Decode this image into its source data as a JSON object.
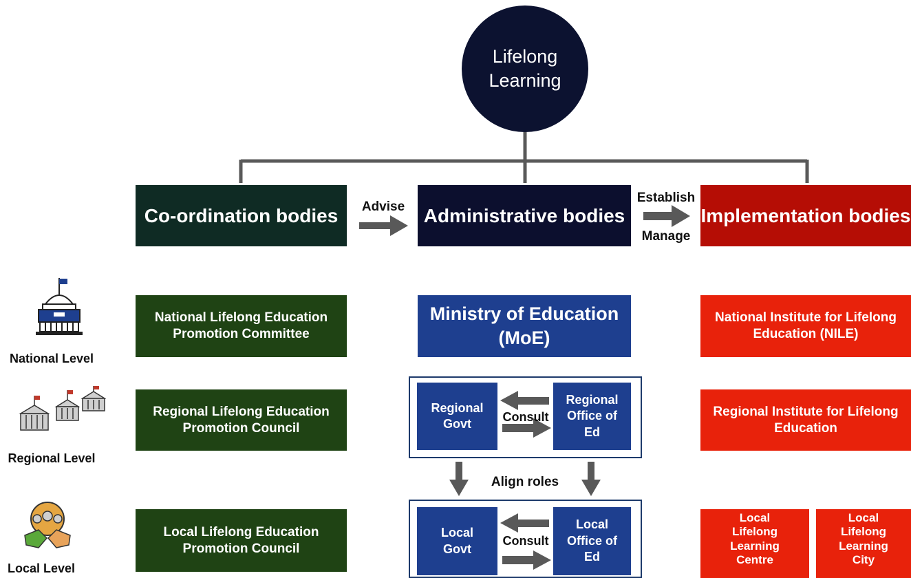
{
  "colors": {
    "circle": "#0c1230",
    "coordination": "#0f2b24",
    "administrative": "#0c0f2e",
    "implementation": "#b50d05",
    "green_box": "#1f4314",
    "blue_box": "#1e3f8f",
    "red_box": "#e8220b",
    "arrow": "#595959",
    "connector": "#595959"
  },
  "root": {
    "label": "Lifelong\nLearning"
  },
  "headers": {
    "coordination": "Co-ordination bodies",
    "administrative": "Administrative bodies",
    "implementation": "Implementation bodies"
  },
  "arrows": {
    "advise": "Advise",
    "establish": "Establish",
    "manage": "Manage",
    "align_roles": "Align roles",
    "consult_regional": "Consult",
    "consult_local": "Consult"
  },
  "levels": {
    "national": {
      "label": "National Level",
      "icon": "capitol-building-icon"
    },
    "regional": {
      "label": "Regional Level",
      "icon": "government-buildings-icon"
    },
    "local": {
      "label": "Local Level",
      "icon": "community-handshake-icon"
    }
  },
  "coordination": {
    "national": "National Lifelong Education\nPromotion Committee",
    "regional": "Regional Lifelong Education\nPromotion Council",
    "local": "Local Lifelong Education\nPromotion Council"
  },
  "administrative": {
    "national": "Ministry of Education\n(MoE)",
    "regional_govt": "Regional\nGovt",
    "regional_office": "Regional\nOffice of\nEd",
    "local_govt": "Local\nGovt",
    "local_office": "Local\nOffice of\nEd"
  },
  "implementation": {
    "national": "National Institute for Lifelong\nEducation (NILE)",
    "regional": "Regional Institute for Lifelong\nEducation",
    "local_centre": "Local\nLifelong\nLearning\nCentre",
    "local_city": "Local\nLifelong\nLearning\nCity"
  }
}
